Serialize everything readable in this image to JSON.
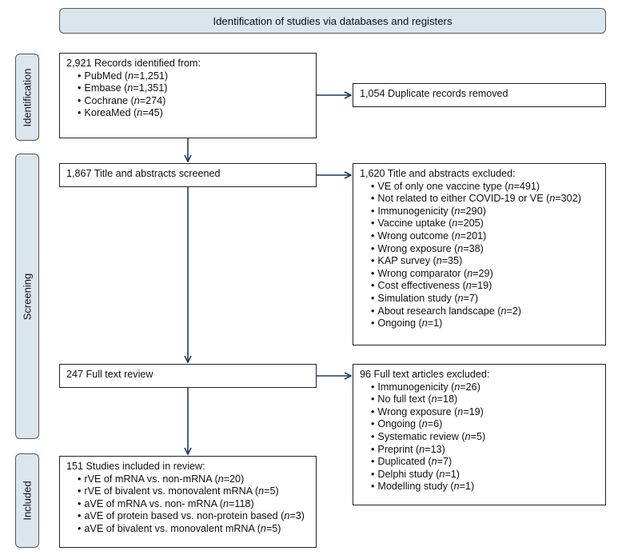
{
  "header": "Identification of studies via databases and registers",
  "stages": {
    "identification": "Identification",
    "screening": "Screening",
    "included": "Included"
  },
  "records": {
    "title": "2,921 Records identified from:",
    "items": [
      {
        "pre": "PubMed (",
        "n": "n",
        "post": "=1,251)"
      },
      {
        "pre": "Embase (",
        "n": "n",
        "post": "=1,351)"
      },
      {
        "pre": "Cochrane (",
        "n": "n",
        "post": "=274)"
      },
      {
        "pre": "KoreaMed (",
        "n": "n",
        "post": "=45)"
      }
    ]
  },
  "duplicates": {
    "title": "1,054 Duplicate records removed"
  },
  "screened": {
    "title": "1,867 Title and abstracts screened"
  },
  "excluded_ta": {
    "title": "1,620 Title and abstracts excluded:",
    "items": [
      {
        "pre": "VE of only one vaccine type (",
        "n": "n",
        "post": "=491)"
      },
      {
        "pre": "Not related to either COVID-19 or VE (",
        "n": "n",
        "post": "=302)"
      },
      {
        "pre": "Immunogenicity (",
        "n": "n",
        "post": "=290)"
      },
      {
        "pre": "Vaccine uptake (",
        "n": "n",
        "post": "=205)"
      },
      {
        "pre": "Wrong outcome (",
        "n": "n",
        "post": "=201)"
      },
      {
        "pre": "Wrong exposure (",
        "n": "n",
        "post": "=38)"
      },
      {
        "pre": "KAP survey (",
        "n": "n",
        "post": "=35)"
      },
      {
        "pre": "Wrong comparator (",
        "n": "n",
        "post": "=29)"
      },
      {
        "pre": "Cost effectiveness (",
        "n": "n",
        "post": "=19)"
      },
      {
        "pre": "Simulation study (",
        "n": "n",
        "post": "=7)"
      },
      {
        "pre": "About research landscape (",
        "n": "n",
        "post": "=2)"
      },
      {
        "pre": "Ongoing (",
        "n": "n",
        "post": "=1)"
      }
    ]
  },
  "fulltext": {
    "title": "247 Full text review"
  },
  "excluded_ft": {
    "title": "96 Full text articles excluded:",
    "items": [
      {
        "pre": "Immunogenicity (",
        "n": "n",
        "post": "=26)"
      },
      {
        "pre": "No full text (",
        "n": "n",
        "post": "=18)"
      },
      {
        "pre": "Wrong exposure (",
        "n": "n",
        "post": "=19)"
      },
      {
        "pre": "Ongoing (",
        "n": "n",
        "post": "=6)"
      },
      {
        "pre": "Systematic review (",
        "n": "n",
        "post": "=5)"
      },
      {
        "pre": "Preprint (",
        "n": "n",
        "post": "=13)"
      },
      {
        "pre": "Duplicated (",
        "n": "n",
        "post": "=7)"
      },
      {
        "pre": "Delphi study (",
        "n": "n",
        "post": "=1)"
      },
      {
        "pre": "Modelling study (",
        "n": "n",
        "post": "=1)"
      }
    ]
  },
  "included": {
    "title": "151 Studies included in review:",
    "items": [
      {
        "pre": "rVE of mRNA vs. non-mRNA (",
        "n": "n",
        "post": "=20)"
      },
      {
        "pre": "rVE of bivalent vs. monovalent mRNA (",
        "n": "n",
        "post": "=5)"
      },
      {
        "pre": "aVE of mRNA vs. non- mRNA (",
        "n": "n",
        "post": "=118)"
      },
      {
        "pre": "aVE of protein based vs. non-protein based (",
        "n": "n",
        "post": "=3)"
      },
      {
        "pre": "aVE of bivalent vs. monovalent mRNA (",
        "n": "n",
        "post": "=5)"
      }
    ]
  },
  "colors": {
    "stage_fill": "#d9e6ee",
    "arrow": "#1f3a5f"
  }
}
